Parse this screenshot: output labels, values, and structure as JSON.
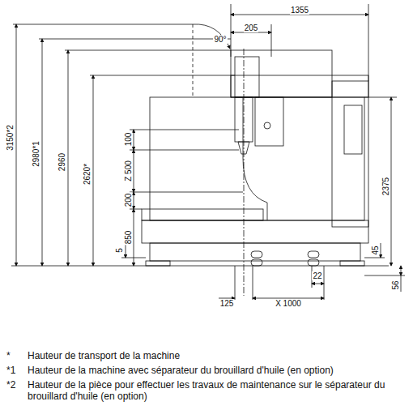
{
  "diagram": {
    "labels": [
      "1355",
      "205",
      "90°",
      "3150*2",
      "2980*1",
      "2960",
      "2620*",
      "100",
      "Z 500",
      "200",
      "850",
      "5",
      "2375",
      "45",
      "56",
      "22",
      "125",
      "X 1000",
      "*",
      "Hauteur de transport de la machine",
      "*1",
      "Hauteur de la machine avec séparateur du brouillard d'huile (en option)",
      "*2",
      "Hauteur de la pièce pour effectuer les travaux de maintenance sur le séparateur du brouillard d'huile (en option)"
    ]
  }
}
